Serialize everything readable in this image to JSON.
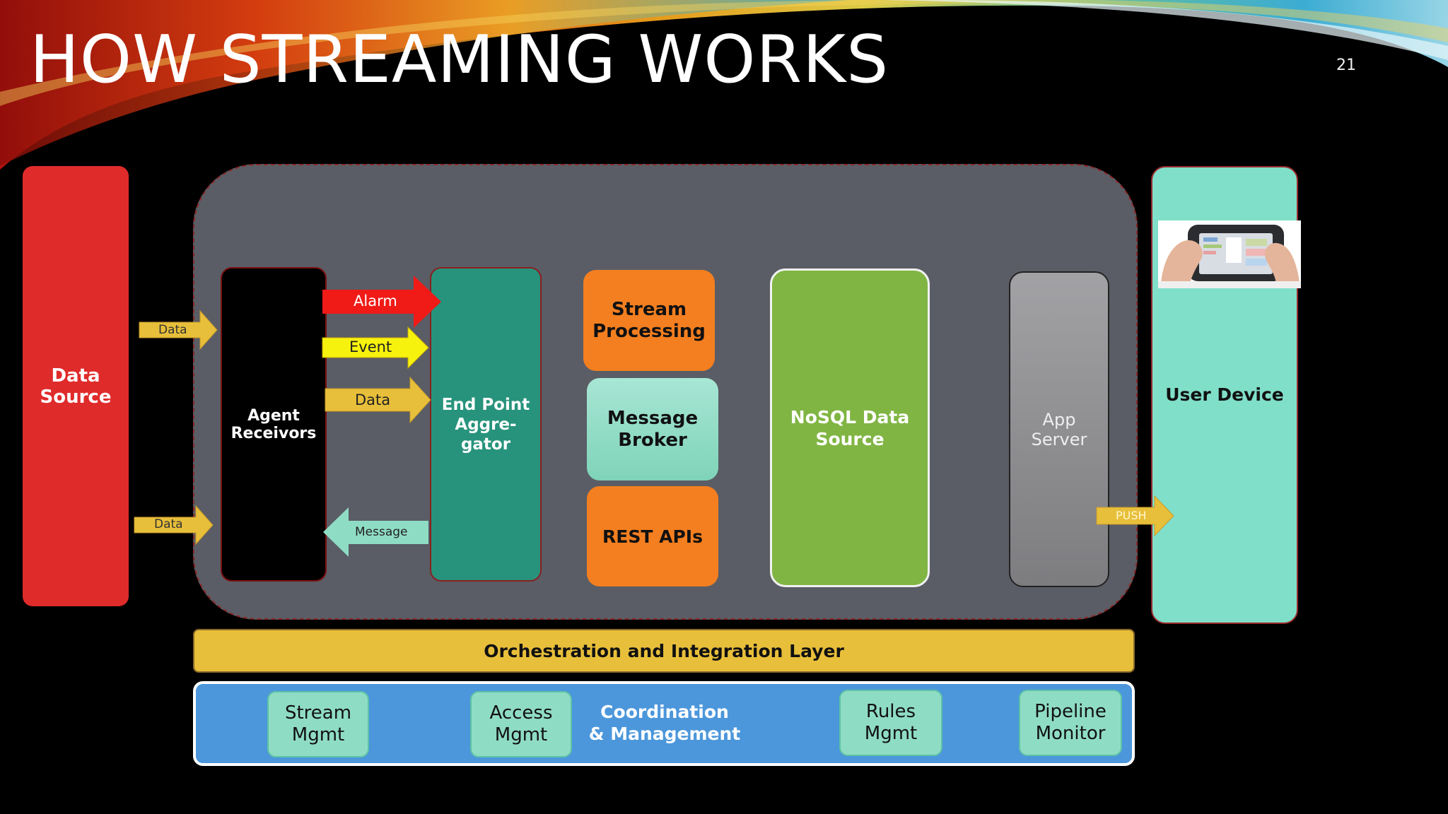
{
  "slide": {
    "title": "HOW STREAMING WORKS",
    "page_number": "21"
  },
  "data_source": {
    "label_line1": "Data",
    "label_line2": "Source"
  },
  "agent_receivers": {
    "label_line1": "Agent",
    "label_line2": "Receivors"
  },
  "endpoint": {
    "label_line1": "End Point",
    "label_line2": "Aggre-",
    "label_line3": "gator"
  },
  "stream_processing": {
    "label_line1": "Stream",
    "label_line2": "Processing"
  },
  "message_broker": {
    "label_line1": "Message",
    "label_line2": "Broker"
  },
  "rest_apis": {
    "label": "REST APIs"
  },
  "nosql": {
    "label_line1": "NoSQL Data",
    "label_line2": "Source"
  },
  "app_server": {
    "label_line1": "App",
    "label_line2": "Server"
  },
  "user_device": {
    "label": "User Device"
  },
  "arrows": {
    "data_in_top": "Data",
    "data_in_bottom": "Data",
    "alarm": "Alarm",
    "event": "Event",
    "data_mid": "Data",
    "message": "Message",
    "push": "PUSH"
  },
  "orchestration": {
    "label": "Orchestration and Integration Layer"
  },
  "coordination": {
    "label_line1": "Coordination",
    "label_line2": "& Management",
    "items": [
      {
        "line1": "Stream",
        "line2": "Mgmt"
      },
      {
        "line1": "Access",
        "line2": "Mgmt"
      },
      {
        "line1": "Rules",
        "line2": "Mgmt"
      },
      {
        "line1": "Pipeline",
        "line2": "Monitor"
      }
    ]
  },
  "colors": {
    "data_source": "#e02b2b",
    "platform_bg": "#5a5d65",
    "endpoint": "#27937c",
    "orange": "#f47f20",
    "teal_light": "#8fdcc4",
    "nosql": "#80b543",
    "app_server": "#8f8f92",
    "user_device": "#80dfc9",
    "gold": "#e8bf3a",
    "coord_blue": "#4c97db"
  }
}
